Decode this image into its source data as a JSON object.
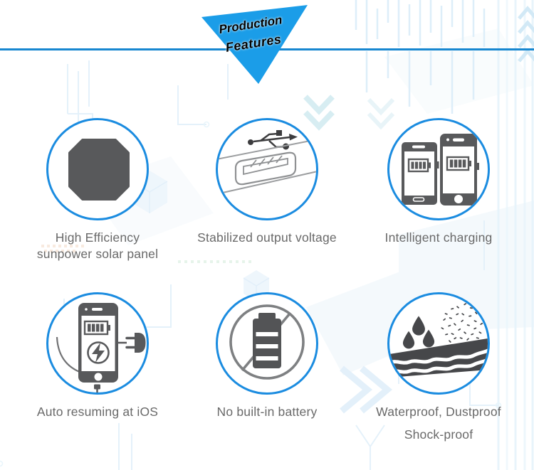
{
  "header": {
    "badge": {
      "line1": "Production",
      "line2": "Features"
    }
  },
  "colors": {
    "accent_circle_blue": "#1b8ce0",
    "divider_blue": "#1787d0",
    "triangle_blue": "#1b9de8",
    "icon_dark_gray": "#58595b",
    "label_gray": "#696969"
  },
  "features": [
    {
      "name": "high-efficiency-solar-panel",
      "icon": "solar-panel-icon",
      "lines": [
        "High Efficiency",
        "sunpower solar panel"
      ]
    },
    {
      "name": "stabilized-output-voltage",
      "icon": "usb-port-icon",
      "lines": [
        "Stabilized output voltage"
      ]
    },
    {
      "name": "intelligent-charging",
      "icon": "phones-charging-icon",
      "lines": [
        "Intelligent charging"
      ]
    },
    {
      "name": "auto-resuming-at-ios",
      "icon": "phone-plug-icon",
      "lines": [
        "Auto resuming at iOS"
      ]
    },
    {
      "name": "no-built-in-battery",
      "icon": "no-battery-icon",
      "lines": [
        "No built-in battery"
      ]
    },
    {
      "name": "waterproof-dustproof-shockproof",
      "icon": "waterproof-icon",
      "lines": [
        "Waterproof, Dustproof",
        "Shock-proof"
      ]
    }
  ]
}
